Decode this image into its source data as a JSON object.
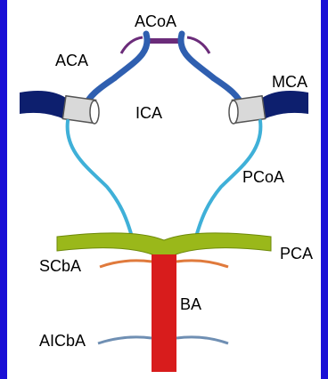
{
  "labels": {
    "acoa": "ACoA",
    "aca": "ACA",
    "mca": "MCA",
    "ica": "ICA",
    "pcoa": "PCoA",
    "pca": "PCA",
    "scba": "SCbA",
    "ba": "BA",
    "aicba": "AICbA"
  },
  "colors": {
    "background_border": "#1a0fd6",
    "panel": "#ffffff",
    "acoa_vessel": "#6b2c7a",
    "aca_vessel": "#2f5fb0",
    "mca_vessel": "#0d1f6e",
    "ica_stump": "#d9d9d9",
    "pcoa_vessel": "#3fb0d8",
    "pca_vessel": "#9ab81a",
    "scba_vessel": "#e07a3c",
    "ba_vessel": "#d81c1c",
    "aicba_vessel": "#6f8fb3"
  }
}
